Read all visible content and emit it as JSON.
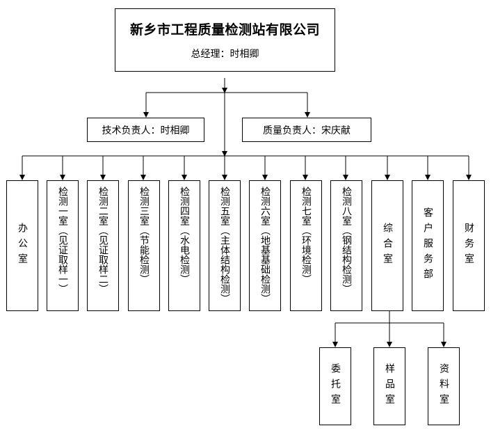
{
  "org": {
    "name": "新乡市工程质量检测站有限公司",
    "general_manager": "总经理：时相卿"
  },
  "leads": [
    {
      "label": "技术负责人：时相卿"
    },
    {
      "label": "质量负责人：宋庆献"
    }
  ],
  "departments": [
    {
      "label": "办公室"
    },
    {
      "label": "检测一室（见证取样一）"
    },
    {
      "label": "检测二室（见证取样二）"
    },
    {
      "label": "检测三室（节能检测）"
    },
    {
      "label": "检测四室（水电检测）"
    },
    {
      "label": "检测五室（主体结构检测）"
    },
    {
      "label": "检测六室（地基基础检测）"
    },
    {
      "label": "检测七室（环境检测）"
    },
    {
      "label": "检测八室（钢结构检测）"
    },
    {
      "label": "综合室"
    },
    {
      "label": "客户服务部"
    },
    {
      "label": "财务室"
    }
  ],
  "sub_departments": [
    {
      "label": "委托室"
    },
    {
      "label": "样品室"
    },
    {
      "label": "资料室"
    }
  ]
}
